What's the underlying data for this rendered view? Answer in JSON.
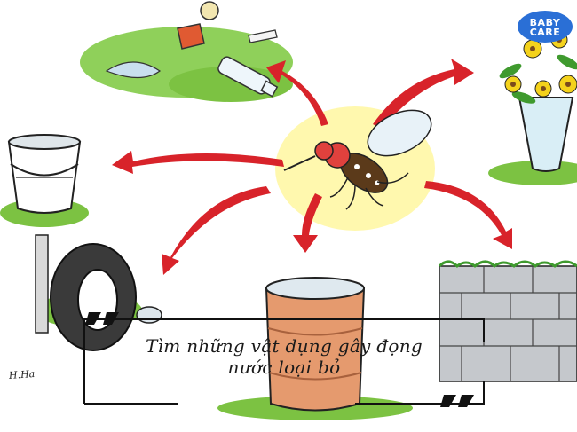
{
  "caption": {
    "line1": "Tìm những vật dụng gây đọng",
    "line2": "nước loại bỏ"
  },
  "logo": {
    "line1": "BABY",
    "line2": "CARE",
    "color": "#2a6fd6"
  },
  "signature": "H.Ha",
  "colors": {
    "arrow": "#d8232a",
    "glow": "#fff36b",
    "grass": "#7cc242",
    "wall": "#b9bcc0",
    "barrel": "#e59a6e",
    "vase": "#d9eef6",
    "flower": "#f4d21c",
    "leaf": "#3f9a2e"
  },
  "icons": [
    "mosquito-icon",
    "bucket-icon",
    "tire-icon",
    "barrel-icon",
    "flower-vase-icon",
    "brick-wall-icon",
    "trash-bottle-icon"
  ]
}
